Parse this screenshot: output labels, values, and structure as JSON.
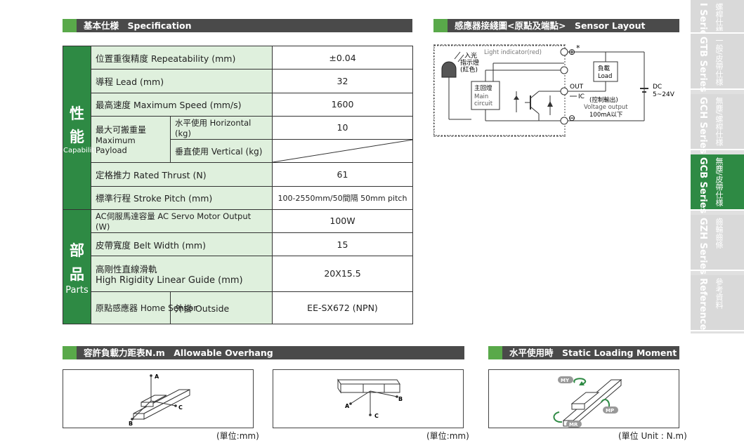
{
  "spec_section": {
    "title": "基本仕様　Specification"
  },
  "sensor_section": {
    "title": "感應器接綫圖<原點及端點>　Sensor Layout"
  },
  "overhang_section": {
    "title": "容許負載力距表N.m　Allowable Overhang"
  },
  "static_section": {
    "title": "水平使用時　Static Loading Moment"
  },
  "side": {
    "performance_cn1": "性",
    "performance_cn2": "能",
    "performance_en": "Capability",
    "parts_cn1": "部",
    "parts_cn2": "品",
    "parts_en": "Parts"
  },
  "spec_rows": {
    "repeatability": {
      "label": "位置重復精度  Repeatability (mm)",
      "value": "±0.04"
    },
    "lead": {
      "label": "導程  Lead (mm)",
      "value": "32"
    },
    "speed": {
      "label": "最高速度  Maximum Speed (mm/s)",
      "value": "1600"
    },
    "payload": {
      "label_cn": "最大可搬重量",
      "label_en": "Maximum Payload",
      "horizontal_label": "水平使用 Horizontal (kg)",
      "horizontal_value": "10",
      "vertical_label": "垂直使用 Vertical (kg)"
    },
    "thrust": {
      "label": "定格推力 Rated Thrust (N)",
      "value": "61"
    },
    "stroke": {
      "label": "標準行程 Stroke Pitch (mm)",
      "value": "100-2550mm/50間隔  50mm pitch"
    },
    "motor": {
      "label": "AC伺服馬達容量 AC Servo Motor Output (W)",
      "value": "100W"
    },
    "belt": {
      "label": "皮帶寬度 Belt Width (mm)",
      "value": "15"
    },
    "guide": {
      "label_cn": "高剛性直線滑軌",
      "label_en": "High Rigidity Linear Guide (mm)",
      "value": "20X15.5"
    },
    "sensor": {
      "label": "原點感應器 Home Sensor",
      "sub_label": "外掛 Outside",
      "value": "EE-SX672 (NPN)"
    }
  },
  "sensor_diagram": {
    "light_indicator": "Light indicator(red)",
    "incoming_light": "入光",
    "indicator_cn": "指示燈",
    "red_cn": "(紅色)",
    "main_circuit_cn": "主回燈",
    "main_circuit_en1": "Main",
    "main_circuit_en2": "circuit",
    "load_cn": "負載",
    "load_en": "Load",
    "out": "OUT",
    "ic": "IC",
    "control_output": "(控制輸出)",
    "voltage_output": "Voltage output",
    "current": "100mA以下",
    "dc": "DC",
    "dc_range": "5~24V",
    "plus": "⊕",
    "minus": "⊖",
    "star": "*"
  },
  "overhang_diagrams": {
    "left_labels": {
      "a": "A",
      "b": "B",
      "c": "C"
    },
    "mid_labels": {
      "a": "A",
      "b": "B",
      "c": "C"
    },
    "moments": {
      "my": "MY",
      "mp": "MP",
      "mr": "MR"
    }
  },
  "units": {
    "left": "(單位:mm)",
    "mid": "(單位:mm)",
    "right": "(單位 Unit : N.m)"
  },
  "tabs": [
    {
      "en": "I Series",
      "cn": "螺桿仕様"
    },
    {
      "en": "GTB Series",
      "cn": "一般/皮帶仕様"
    },
    {
      "en": "GCH Series",
      "cn": "無塵/螺桿仕様"
    },
    {
      "en": "GCB Series",
      "cn": "無塵/皮帶仕様"
    },
    {
      "en": "GZH Series",
      "cn": "齒輪齒條"
    },
    {
      "en": "Reference",
      "cn": "參考資料"
    }
  ],
  "colors": {
    "green": "#2e8a44",
    "accent_green": "#59a94a",
    "light_green": "#dff0dd",
    "header_gray": "#4a4a4a"
  }
}
